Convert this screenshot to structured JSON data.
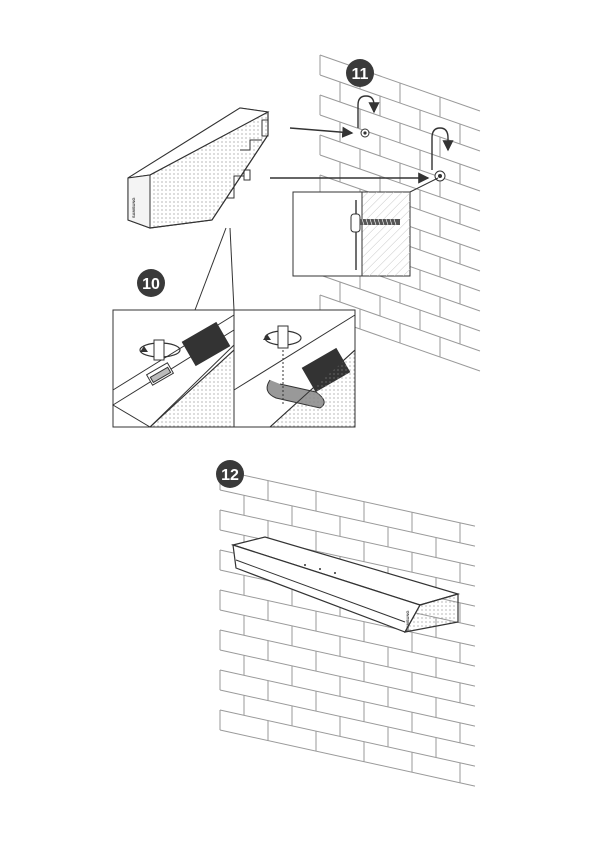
{
  "steps": [
    {
      "number": "10",
      "label": "step-10"
    },
    {
      "number": "11",
      "label": "step-11"
    },
    {
      "number": "12",
      "label": "step-12"
    }
  ],
  "brand_logo": "SAMSUNG",
  "colors": {
    "badge": "#3a3a3a",
    "line": "#333333",
    "brick": "#9a9a9a",
    "wall_inset": "#eeeeee"
  },
  "icons": [
    "rotate-arrow-icon",
    "hook-arrow-icon",
    "screw-icon",
    "pointer-arrow-icon"
  ]
}
